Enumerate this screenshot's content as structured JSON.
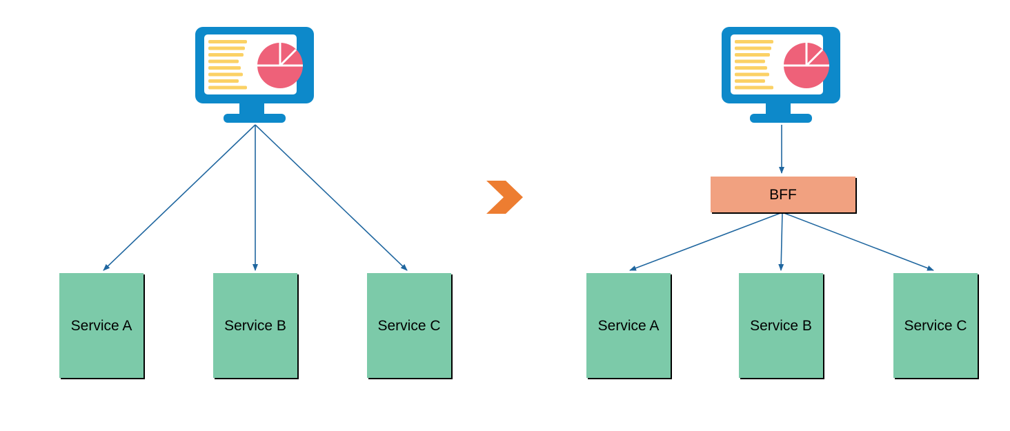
{
  "left_diagram": {
    "client_icon": "monitor-analytics-icon",
    "services": [
      {
        "label": "Service A"
      },
      {
        "label": "Service B"
      },
      {
        "label": "Service C"
      }
    ]
  },
  "transition": {
    "icon": "chevron-right-icon"
  },
  "right_diagram": {
    "client_icon": "monitor-analytics-icon",
    "bff": {
      "label": "BFF"
    },
    "services": [
      {
        "label": "Service A"
      },
      {
        "label": "Service B"
      },
      {
        "label": "Service C"
      }
    ]
  },
  "colors": {
    "monitor_blue": "#0d89ca",
    "chart_yellow": "#fbd165",
    "chart_pink": "#ee6179",
    "service_green": "#7ccaa9",
    "bff_salmon": "#f1a180",
    "arrow_blue": "#1f669f",
    "chevron_orange": "#ed7d31",
    "text_black": "#000000"
  }
}
